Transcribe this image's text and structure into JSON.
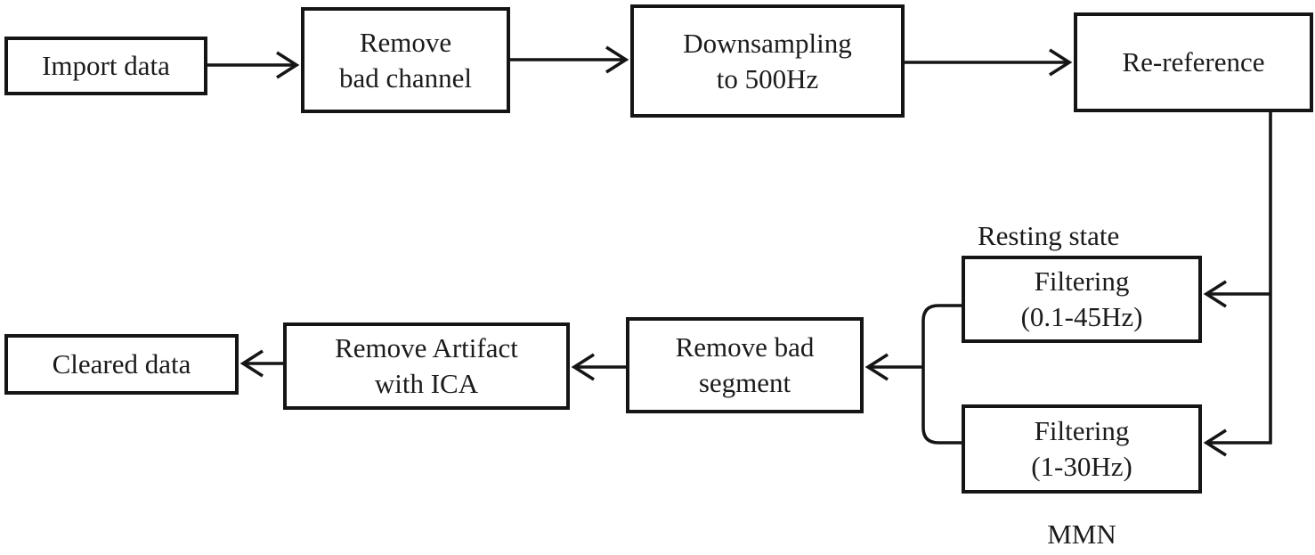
{
  "diagram": {
    "type": "flowchart",
    "description": "EEG data preprocessing pipeline",
    "colors": {
      "background": "#ffffff",
      "line": "#151515",
      "text": "#1b1b1b"
    },
    "nodes": {
      "import_data": {
        "label": "Import data"
      },
      "remove_bad_channel": {
        "label": "Remove\nbad channel"
      },
      "downsampling": {
        "label": "Downsampling\nto 500Hz"
      },
      "re_reference": {
        "label": "Re-reference"
      },
      "filtering_resting": {
        "label": "Filtering\n(0.1-45Hz)"
      },
      "filtering_mmn": {
        "label": "Filtering\n(1-30Hz)"
      },
      "remove_bad_segment": {
        "label": "Remove bad\nsegment"
      },
      "remove_artifact_ica": {
        "label": "Remove Artifact\nwith ICA"
      },
      "cleared_data": {
        "label": "Cleared data"
      }
    },
    "annotations": {
      "resting_state": {
        "text": "Resting state",
        "labels_branch": "Filtering (0.1-45Hz)"
      },
      "mmn": {
        "text": "MMN",
        "labels_branch": "Filtering (1-30Hz)"
      }
    },
    "edges": [
      {
        "from": "Import data",
        "to": "Remove bad channel"
      },
      {
        "from": "Remove bad channel",
        "to": "Downsampling to 500Hz"
      },
      {
        "from": "Downsampling to 500Hz",
        "to": "Re-reference"
      },
      {
        "from": "Re-reference",
        "to": "Filtering (0.1-45Hz)"
      },
      {
        "from": "Re-reference",
        "to": "Filtering (1-30Hz)"
      },
      {
        "from": "Filtering (0.1-45Hz)",
        "to": "Remove bad segment"
      },
      {
        "from": "Filtering (1-30Hz)",
        "to": "Remove bad segment"
      },
      {
        "from": "Remove bad segment",
        "to": "Remove Artifact with ICA"
      },
      {
        "from": "Remove Artifact with ICA",
        "to": "Cleared data"
      }
    ]
  }
}
